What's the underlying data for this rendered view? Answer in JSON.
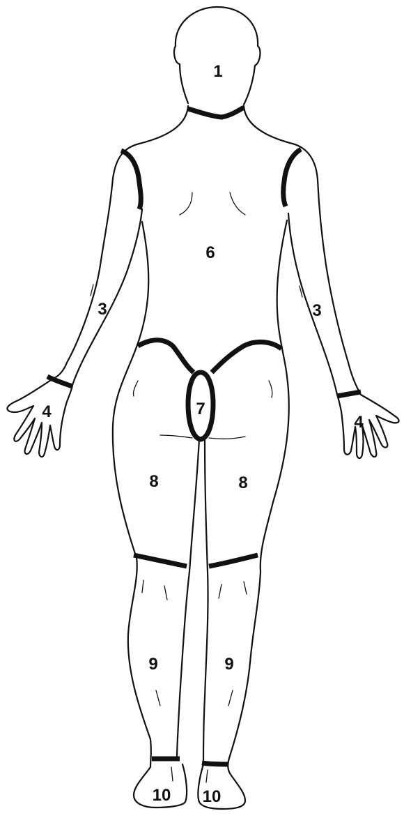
{
  "regions": {
    "head": "1",
    "arm_left": "3",
    "arm_right": "3",
    "hand_left": "4",
    "hand_right": "4",
    "back": "6",
    "buttocks": "7",
    "thigh_left": "8",
    "thigh_right": "8",
    "lower_leg_left": "9",
    "lower_leg_right": "9",
    "foot_left": "10",
    "foot_right": "10"
  }
}
